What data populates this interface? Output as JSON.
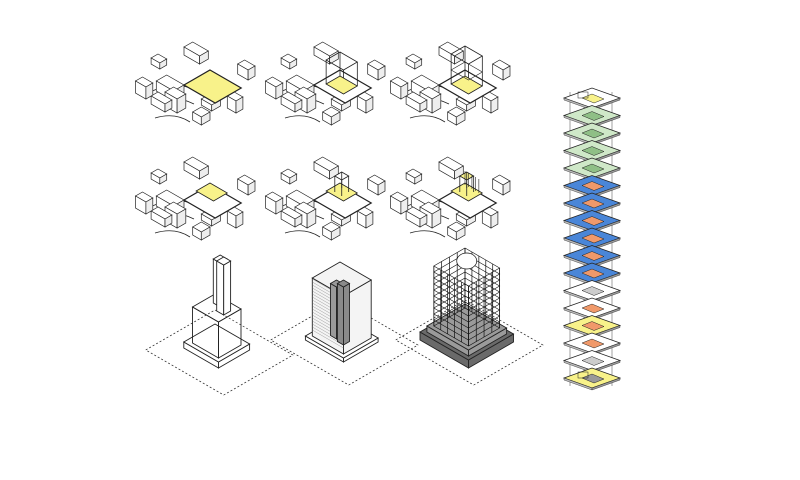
{
  "colors": {
    "line": "#222222",
    "highlight_yellow": "#f8f28a",
    "floor_green": "#cfe8c8",
    "floor_blue": "#4a86d8",
    "floor_orange": "#f0996a",
    "floor_gray": "#d8d8d8",
    "ground_dark": "#555555"
  },
  "site_steps": [
    {
      "highlight": "site-plot"
    },
    {
      "highlight": "volume-frame"
    },
    {
      "highlight": "volume-frame-stacked"
    },
    {
      "highlight": "podium-yellow"
    },
    {
      "highlight": "podium-yellow-core"
    },
    {
      "highlight": "podium-structure"
    }
  ],
  "massing_steps": [
    {
      "kind": "wireframe-towers"
    },
    {
      "kind": "shaded-towers"
    },
    {
      "kind": "grid-structure"
    }
  ],
  "stack_floors": [
    {
      "fill": "roof-yellow"
    },
    {
      "fill": "green"
    },
    {
      "fill": "green"
    },
    {
      "fill": "green"
    },
    {
      "fill": "green"
    },
    {
      "fill": "blue"
    },
    {
      "fill": "blue"
    },
    {
      "fill": "blue"
    },
    {
      "fill": "blue"
    },
    {
      "fill": "blue"
    },
    {
      "fill": "blue-orange"
    },
    {
      "fill": "blank"
    },
    {
      "fill": "mixed-orange"
    },
    {
      "fill": "mixed-yellow"
    },
    {
      "fill": "mixed-orange"
    },
    {
      "fill": "blank"
    },
    {
      "fill": "base-yellow"
    }
  ]
}
